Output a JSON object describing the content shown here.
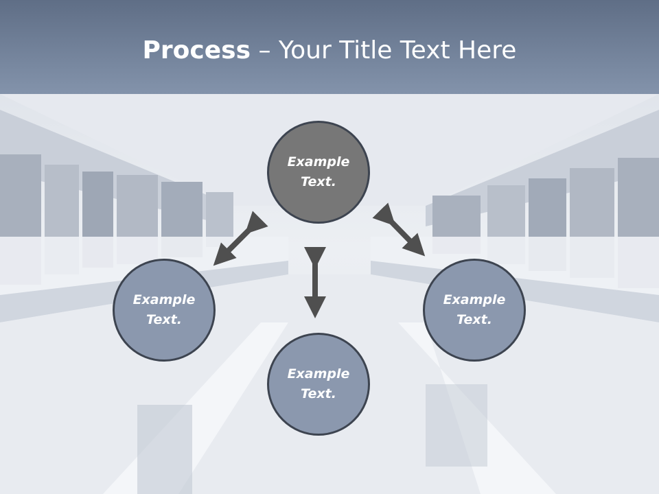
{
  "slide": {
    "title_bold": "Process",
    "title_rest": " – Your Title Text Here"
  },
  "nodes": {
    "top": {
      "line1": "Example",
      "line2": "Text."
    },
    "left": {
      "line1": "Example",
      "line2": "Text."
    },
    "right": {
      "line1": "Example",
      "line2": "Text."
    },
    "bottom": {
      "line1": "Example",
      "line2": "Text."
    }
  },
  "colors": {
    "header": "#6f7e97",
    "node_fill": "#8b98ae",
    "top_node_fill": "#777777",
    "arrow": "#4f4f4f"
  }
}
